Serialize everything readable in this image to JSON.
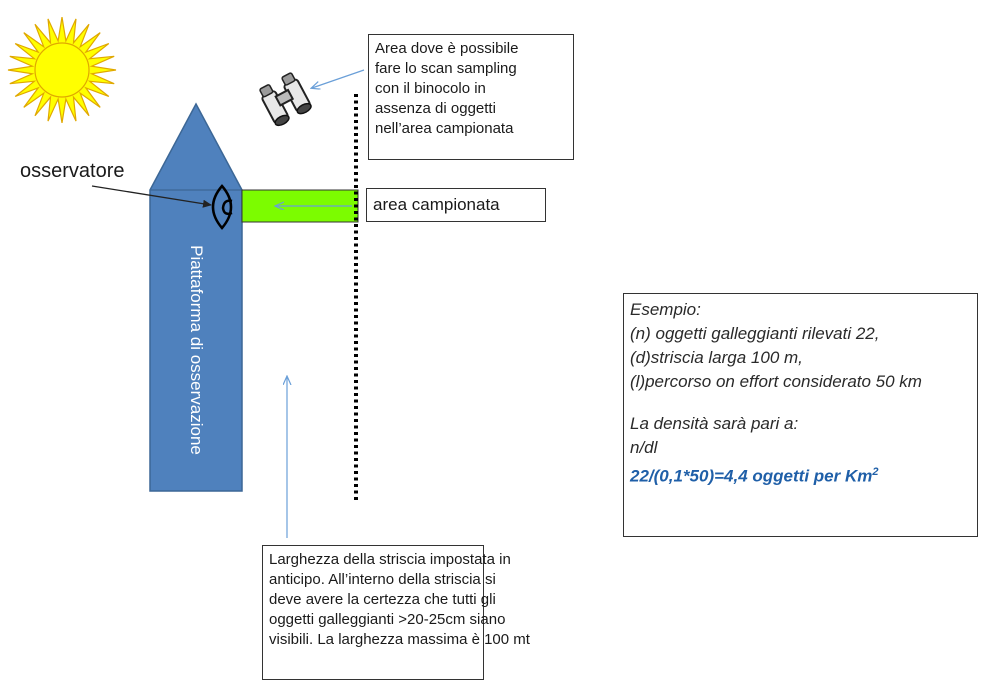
{
  "observer_label": "osservatore",
  "platform_label": "Piattaforma di osservazione",
  "scan_area_lines": [
    "Area dove è possibile",
    "fare lo scan sampling",
    "con il binocolo in",
    "assenza di oggetti",
    "nell’area campionata"
  ],
  "sampled_area_label": "area campionata",
  "stripe_note_lines": [
    "Larghezza della striscia impostata in",
    "anticipo. All’interno della striscia si",
    "deve avere la certezza che tutti gli",
    "oggetti galleggianti >20-25cm siano",
    "visibili. La larghezza massima è 100 mt"
  ],
  "example": {
    "lines": [
      "Esempio:",
      "(n) oggetti galleggianti rilevati  22,",
      "(d)striscia larga 100 m,",
      "(l)percorso on effort considerato 50 km"
    ],
    "density_lines": [
      "La densità sarà pari a:",
      "n/dl"
    ],
    "result": "22/(0,1*50)=4,4 oggetti per Km",
    "result_sup": "2"
  },
  "colors": {
    "platform": "#4f81bd",
    "platform_border": "#3c6796",
    "sampled_area": "#7cfc00",
    "arrow": "#6a9fd8",
    "sun": "#ffff00",
    "sun_border": "#e0a800",
    "result_text": "#1f5fa8"
  },
  "icons": [
    "sun-icon",
    "binoculars-icon",
    "eye-icon"
  ]
}
